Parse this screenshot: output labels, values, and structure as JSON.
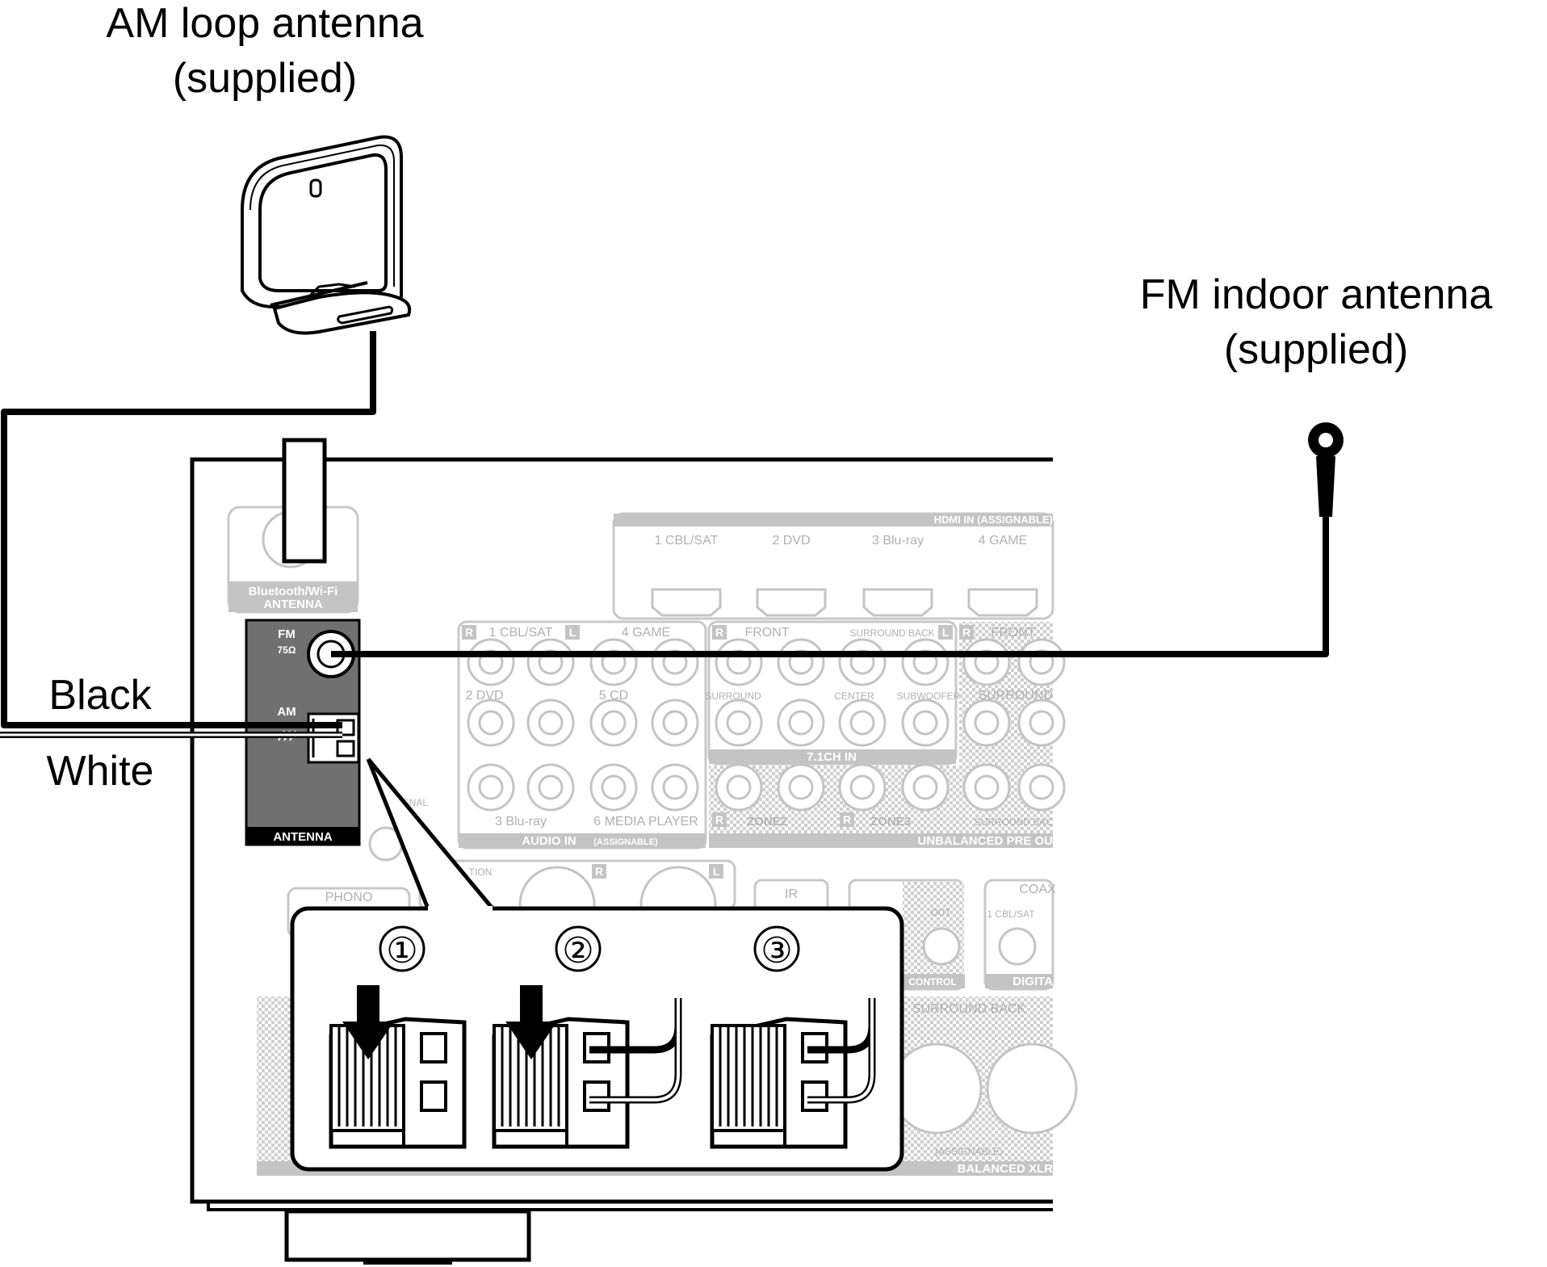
{
  "labels": {
    "am_antenna_line1": "AM loop antenna",
    "am_antenna_line2": "(supplied)",
    "fm_antenna_line1": "FM indoor antenna",
    "fm_antenna_line2": "(supplied)",
    "black": "Black",
    "white": "White"
  },
  "panel": {
    "bt_wifi_line1": "Bluetooth/Wi-Fi",
    "bt_wifi_line2": "ANTENNA",
    "fm": "FM",
    "fm_ohm": "75Ω",
    "am": "AM",
    "antenna": "ANTENNA",
    "hdmi_in": "HDMI IN (ASSIGNABLE)",
    "hdmi_ports": [
      "1 CBL/SAT",
      "2 DVD",
      "3 Blu-ray",
      "4 GAME"
    ],
    "audio_top": [
      "1 CBL/SAT",
      "4 GAME"
    ],
    "audio_row2": [
      "2 DVD",
      "5 CD"
    ],
    "audio_row3": [
      "3 Blu-ray",
      "6 MEDIA PLAYER"
    ],
    "audio_in": "AUDIO IN",
    "assignable": "(ASSIGNABLE)",
    "front": "FRONT",
    "surround_back": "SURROUND BACK",
    "surround": "SURROUND",
    "center": "CENTER",
    "subwoofer": "SUBWOOFER",
    "ch71_in": "7.1CH IN",
    "zone2": "ZONE2",
    "zone3": "ZONE3",
    "surround_back_short": "SURROUND BAC",
    "unbalanced_pre_out": "UNBALANCED PRE OU",
    "phono": "PHONO",
    "signal": "SIGNAL",
    "tion": "TION",
    "ir": "IR",
    "out": "OUT",
    "control": "CONTROL",
    "coax": "COAX",
    "cbl_sat_small": "1 CBL/SAT",
    "digital": "DIGITA",
    "surround_back_bal": "SURROUND BACK",
    "assignable_bal": "(ASSIGNABLE)",
    "balanced_xlr": "BALANCED XLR",
    "r": "R",
    "l": "L"
  },
  "steps": [
    "①",
    "②",
    "③"
  ],
  "colors": {
    "ink": "#000000",
    "panel_dark": "#6e6e6e",
    "faded": "#c4c4c4"
  }
}
